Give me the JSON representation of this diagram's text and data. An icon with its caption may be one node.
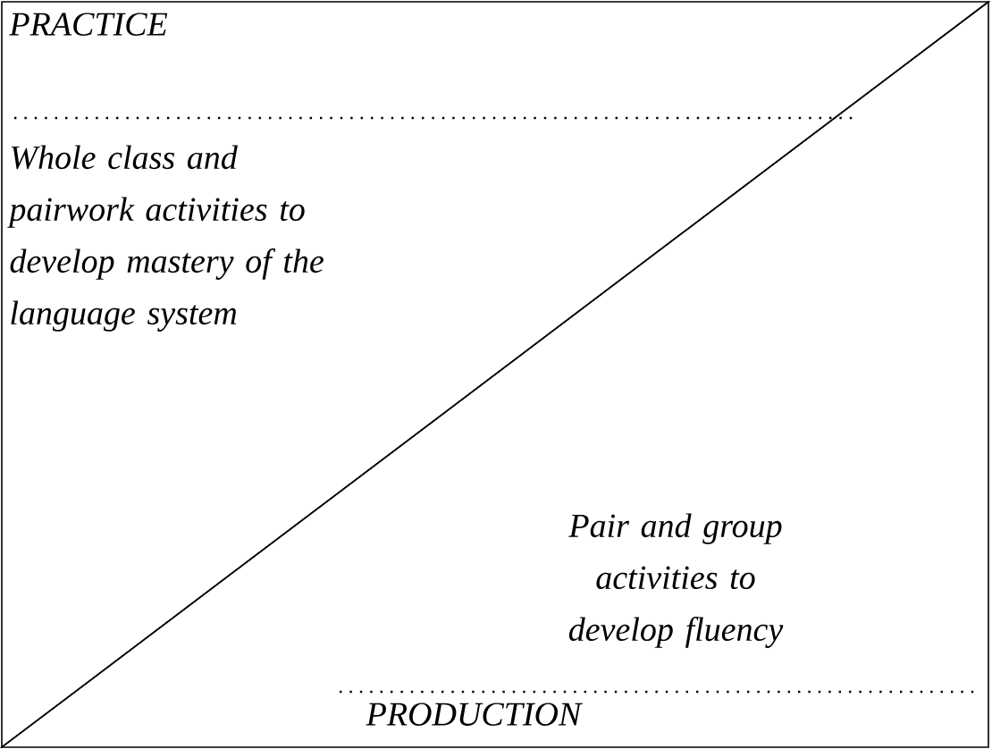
{
  "diagram": {
    "nodes": [
      {
        "text": [
          "PRACTICE",
          "Whole class and pairwork activities to develop mastery of the language system"
        ]
      },
      {
        "text": [
          "Pair and group activities to develop fluency",
          "PRODUCTION"
        ]
      }
    ]
  }
}
